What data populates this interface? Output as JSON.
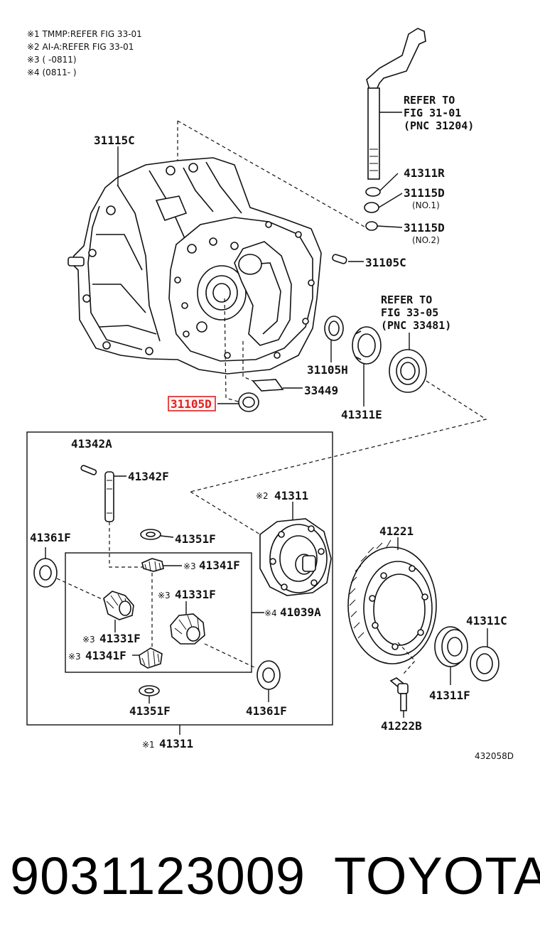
{
  "notes": [
    "※1 TMMP:REFER FIG 33-01",
    "※2 AI-A:REFER FIG 33-01",
    "※3 (        -0811)",
    "※4 (0811-        )"
  ],
  "references": {
    "ref_shift": [
      "REFER TO",
      "FIG 31-01",
      "(PNC 31204)"
    ],
    "ref_bearing": [
      "REFER TO",
      "FIG 33-05",
      "(PNC 33481)"
    ]
  },
  "labels": {
    "l_31115C": "31115C",
    "l_41311R": "41311R",
    "l_31115D_1": "31115D",
    "l_no1": "(NO.1)",
    "l_31115D_2": "31115D",
    "l_no2": "(NO.2)",
    "l_31105C": "31105C",
    "l_31105H": "31105H",
    "l_33449": "33449",
    "l_31105D": "31105D",
    "l_41311E": "41311E",
    "l_41342A": "41342A",
    "l_41342F": "41342F",
    "l_41311_top": "41311",
    "l_41361F_1": "41361F",
    "l_41351F_1": "41351F",
    "l_41341F_1": "41341F",
    "l_41331F_1": "41331F",
    "l_41039A": "41039A",
    "l_41331F_2": "41331F",
    "l_41341F_2": "41341F",
    "l_41351F_2": "41351F",
    "l_41361F_2": "41361F",
    "l_41311_bottom": "41311",
    "l_41221": "41221",
    "l_41311C": "41311C",
    "l_41311F": "41311F",
    "l_41222B": "41222B"
  },
  "marks": {
    "m_41311_top": "※2",
    "m_41341F_1": "※3",
    "m_41331F_1": "※3",
    "m_41039A": "※4",
    "m_41331F_2": "※3",
    "m_41341F_2": "※3",
    "m_41311_bottom": "※1"
  },
  "highlighted_part": "31105D",
  "highlight_color": "#e02020",
  "drawing_id": "432058D",
  "footer": {
    "part_number": "9031123009",
    "brand": "TOYOTA"
  }
}
